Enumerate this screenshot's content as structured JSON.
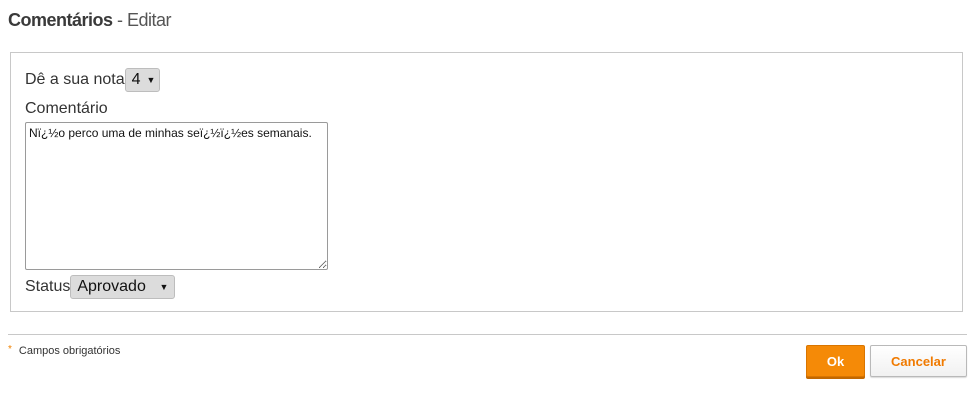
{
  "header": {
    "title_strong": "Comentários",
    "title_rest": " - Editar"
  },
  "form": {
    "rating_label": "Dê a sua nota",
    "rating_value": "4",
    "comment_label": "Comentário",
    "comment_value": "Nï¿½o perco uma de minhas seï¿½ï¿½es semanais.",
    "status_label": "Status",
    "status_value": "Aprovado"
  },
  "footer": {
    "required_marker": "*",
    "required_text": "Campos obrigatórios",
    "ok_label": "Ok",
    "cancel_label": "Cancelar"
  },
  "icons": {
    "dropdown": "caret-down-icon",
    "resize": "resize-grip-icon",
    "required": "asterisk-icon"
  },
  "colors": {
    "accent": "#f58a07",
    "cancel_text": "#f07a00",
    "border": "#c8c8c8"
  }
}
